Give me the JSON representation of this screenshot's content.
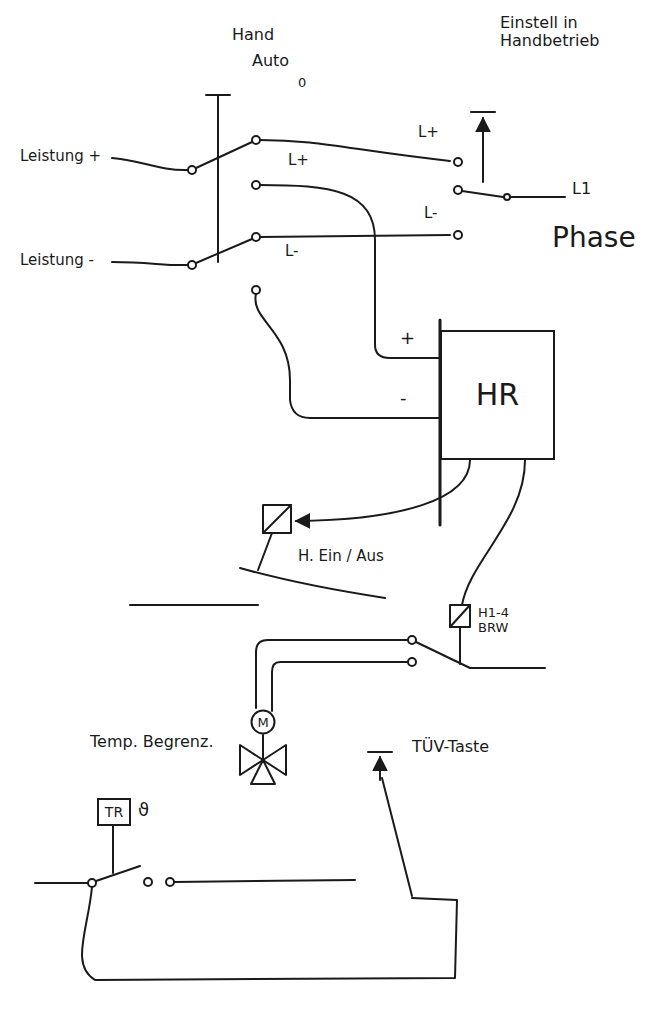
{
  "diagram": {
    "nodes": [
      {
        "text": [
          "HR"
        ]
      },
      {
        "text": [
          "M"
        ]
      },
      {
        "text": [
          "TR"
        ]
      }
    ],
    "labels": [
      "Hand",
      "Auto",
      "0",
      "Einstell in Handbetrieb",
      "Leistung +",
      "Leistung -",
      "L+",
      "L-",
      "L+",
      "L-",
      "L1",
      "Phase",
      "+",
      "-",
      "H. Ein / Aus",
      "H1-4 BRW",
      "Temp. Begrenz.",
      "ϑ",
      "TÜV-Taste"
    ]
  }
}
